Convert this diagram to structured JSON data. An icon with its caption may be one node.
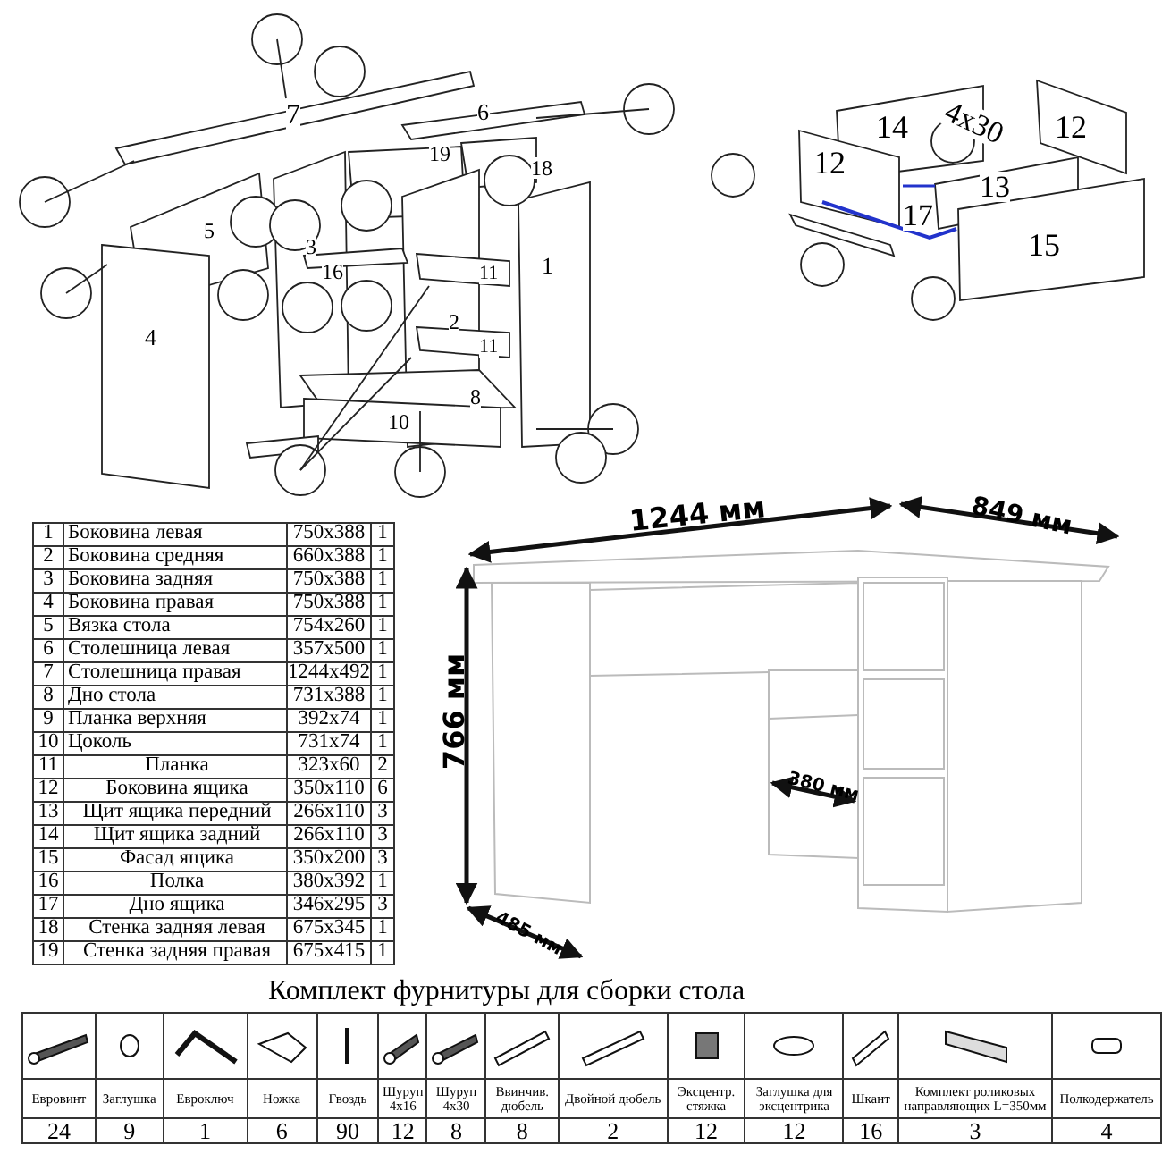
{
  "diagram": {
    "labels": [
      "7",
      "6",
      "19",
      "18",
      "5",
      "3",
      "16",
      "1",
      "11",
      "4",
      "2",
      "11",
      "8",
      "10",
      "14",
      "4x30",
      "12",
      "12",
      "13",
      "17",
      "15",
      "1244 мм",
      "849 мм",
      "766 мм",
      "380 мм",
      "485 мм",
      "1",
      "Боковина левая",
      "750x388",
      "1",
      "2",
      "Боковина средняя",
      "660x388",
      "1",
      "3",
      "Боковина задняя",
      "750x388",
      "1",
      "4",
      "Боковина правая",
      "750x388",
      "1",
      "5",
      "Вязка стола",
      "754x260",
      "1",
      "6",
      "Столешница левая",
      "357x500",
      "1",
      "7",
      "Столешница правая",
      "1244x492",
      "1",
      "8",
      "Дно стола",
      "731x388",
      "1",
      "9",
      "Планка верхняя",
      "392x74",
      "1",
      "10",
      "Цоколь",
      "731x74",
      "1",
      "11",
      "Планка",
      "323x60",
      "2",
      "12",
      "Боковина ящика",
      "350x110",
      "6",
      "13",
      "Щит ящика передний",
      "266x110",
      "3",
      "14",
      "Щит ящика задний",
      "266x110",
      "3",
      "15",
      "Фасад ящика",
      "350x200",
      "3",
      "16",
      "Полка",
      "380x392",
      "1",
      "17",
      "Дно ящика",
      "346x295",
      "3",
      "18",
      "Стенка задняя левая",
      "675x345",
      "1",
      "19",
      "Стенка задняя правая",
      "675x415",
      "1",
      "Комплект фурнитуры для сборки стола",
      "Евровинт",
      "Заглушка",
      "Евроключ",
      "Ножка",
      "Гвоздь",
      "Шуруп 4x16",
      "Шуруп 4x30",
      "Ввинчив. дюбель",
      "Двойной дюбель",
      "Эксцентр. стяжка",
      "Заглушка для эксцентрика",
      "Шкант",
      "Комплект роликовых направляющих L=350мм",
      "Полкодержатель",
      "24",
      "9",
      "1",
      "6",
      "90",
      "12",
      "8",
      "8",
      "2",
      "12",
      "12",
      "16",
      "3",
      "4"
    ]
  }
}
